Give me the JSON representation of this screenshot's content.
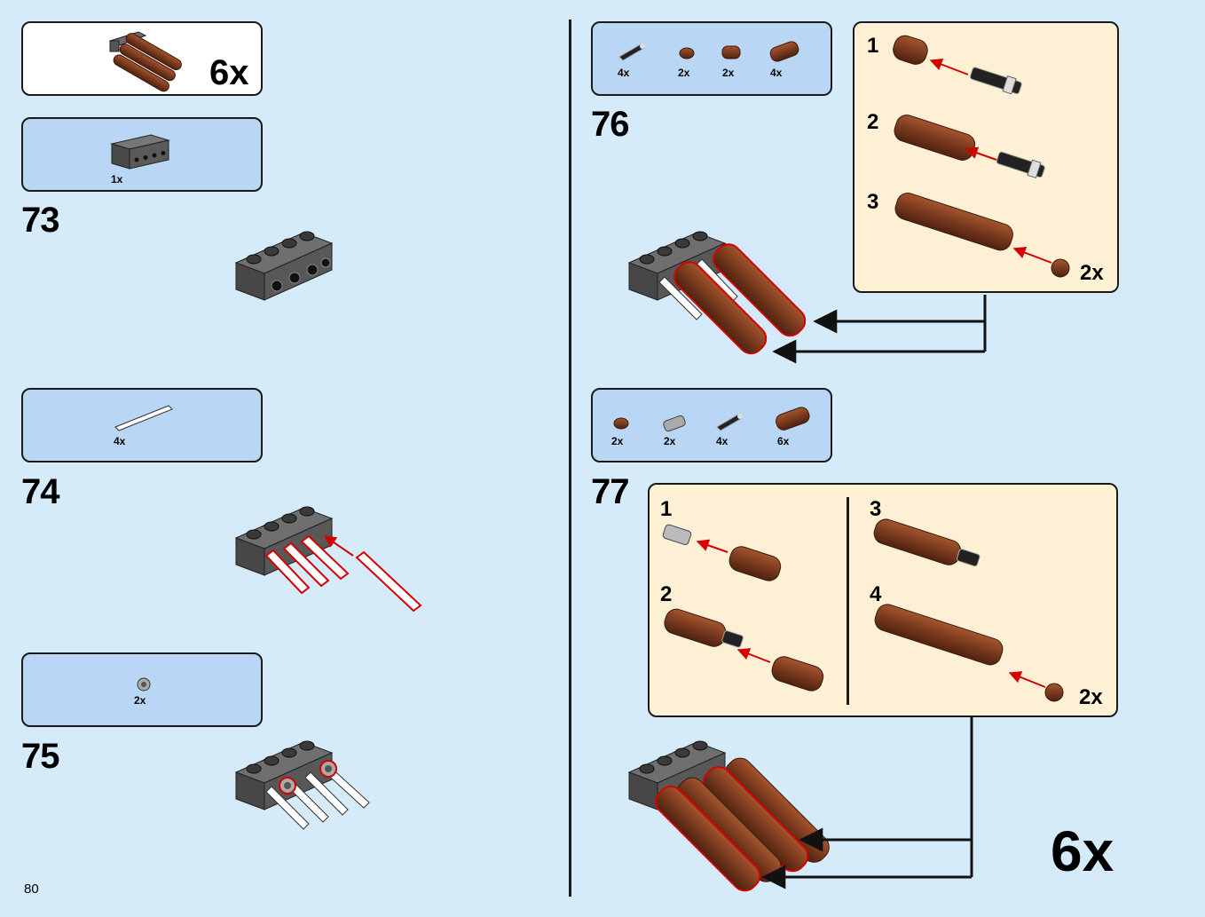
{
  "page": {
    "number": "80"
  },
  "submodel_box": {
    "multiplier": "6x"
  },
  "steps": [
    {
      "number": "73",
      "parts": [
        {
          "name": "brick-1x4-with-holes-icon",
          "qty": "1x"
        }
      ]
    },
    {
      "number": "74",
      "parts": [
        {
          "name": "axle-white-icon",
          "qty": "4x"
        }
      ]
    },
    {
      "number": "75",
      "parts": [
        {
          "name": "bush-gray-icon",
          "qty": "2x"
        }
      ]
    },
    {
      "number": "76",
      "parts": [
        {
          "name": "axle-pin-black-icon",
          "qty": "4x"
        },
        {
          "name": "round-plate-brown-icon",
          "qty": "2x"
        },
        {
          "name": "round-brick-brown-small-icon",
          "qty": "2x"
        },
        {
          "name": "cylinder-brown-icon",
          "qty": "4x"
        }
      ],
      "callout": {
        "substeps": [
          "1",
          "2",
          "3"
        ],
        "multiplier": "2x"
      }
    },
    {
      "number": "77",
      "parts": [
        {
          "name": "round-plate-brown-icon",
          "qty": "2x"
        },
        {
          "name": "pin-gray-icon",
          "qty": "2x"
        },
        {
          "name": "axle-pin-black-icon",
          "qty": "4x"
        },
        {
          "name": "cylinder-brown-icon",
          "qty": "6x"
        }
      ],
      "callout": {
        "substeps": [
          "1",
          "2",
          "3",
          "4"
        ],
        "multiplier": "2x"
      },
      "multiplier": "6x"
    }
  ],
  "colors": {
    "background": "#d6ebf9",
    "parts_box": "#b9d7f4",
    "callout": "#fdf0d4",
    "brown": "#7a3a1e",
    "highlight": "#d40000"
  }
}
